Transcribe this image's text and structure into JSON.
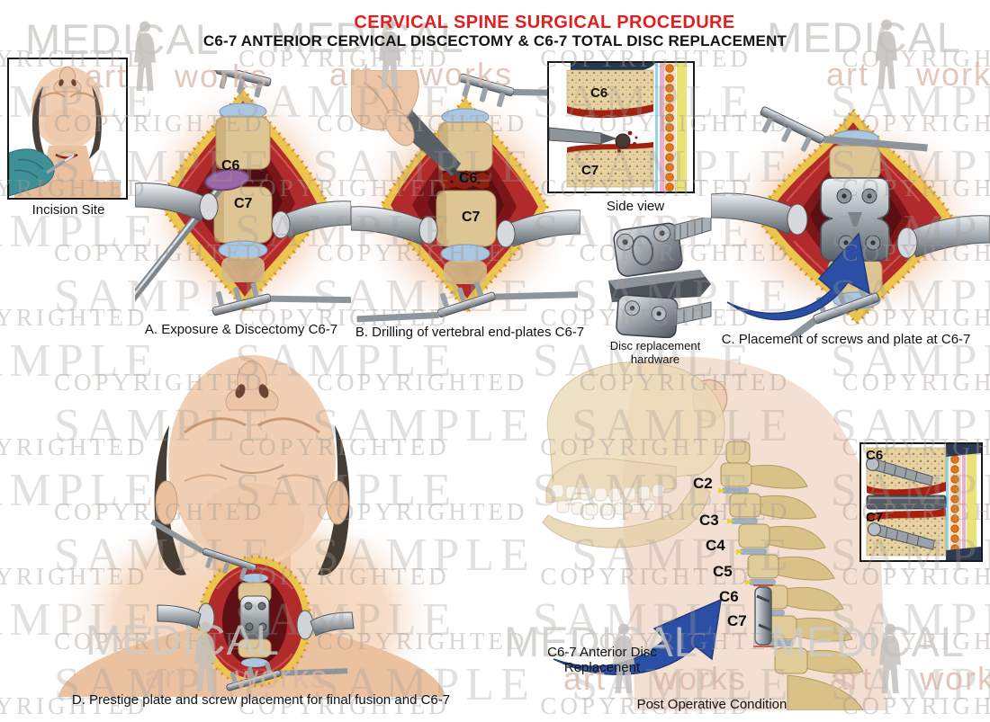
{
  "header": {
    "title": "CERVICAL SPINE SURGICAL PROCEDURE",
    "subtitle": "C6-7 ANTERIOR CERVICAL DISCECTOMY & C6-7 TOTAL DISC REPLACEMENT"
  },
  "watermark": {
    "sample": "SAMPLE",
    "copyrighted": "COPYRIGHTED"
  },
  "logo": {
    "medical": "MEDICAL",
    "art": "art",
    "works": "works"
  },
  "incision_inset": {
    "caption": "Incision Site"
  },
  "panel_a": {
    "caption": "A. Exposure & Discectomy C6-7",
    "c6": "C6",
    "c7": "C7"
  },
  "panel_b": {
    "caption": "B. Drilling of vertebral end-plates C6-7",
    "c6": "C6",
    "c7": "C7"
  },
  "side_view": {
    "caption": "Side view",
    "c6": "C6",
    "c7": "C7"
  },
  "hardware": {
    "caption_line1": "Disc replacement",
    "caption_line2": "hardware"
  },
  "panel_c": {
    "caption": "C. Placement of screws and plate at C6-7"
  },
  "panel_d": {
    "caption": "D. Prestige plate and screw placement for final fusion and C6-7"
  },
  "post_op": {
    "caption": "Post Operative Condition",
    "annotation_line1": "C6-7 Anterior Disc",
    "annotation_line2": "Replacenent",
    "labels": [
      "C2",
      "C3",
      "C4",
      "C5",
      "C6",
      "C7"
    ]
  },
  "post_op_inset": {
    "c6": "C6",
    "c7": "C7"
  },
  "colors": {
    "title_red": "#e31e1e",
    "arrow_blue": "#2b4fa4",
    "muscle_red": "#b12a2c",
    "fat_yellow": "#ecc54e",
    "bone_tan": "#dcc592",
    "disc_blue": "#aac7e3",
    "watermark_gray": "#a29a96"
  }
}
